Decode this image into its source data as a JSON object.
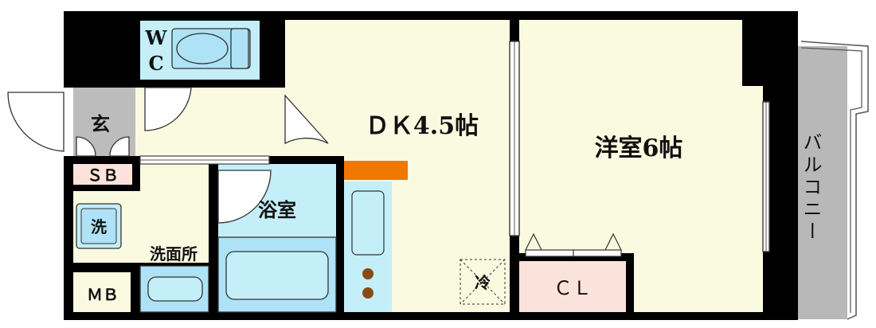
{
  "rooms": {
    "wc": "WC",
    "entrance": "玄",
    "shoe_box": "ＳＢ",
    "dining_kitchen": "ＤＫ4.5帖",
    "western_room": "洋室6帖",
    "balcony": "バルコニー",
    "bathroom": "浴室",
    "washroom": "洗面所",
    "washer": "洗",
    "meter_box": "ＭＢ",
    "closet": "ＣＬ",
    "fridge": "冷"
  },
  "colors": {
    "wall": "#000000",
    "living_floor": "#fafae0",
    "wet_area": "#c4eef8",
    "fixture": "#aee2f6",
    "entrance_floor": "#bcbcbc",
    "balcony": "#b8b8b8",
    "storage": "#fbe3dc",
    "stove_top": "#f07800",
    "burner": "#8a4a14"
  }
}
